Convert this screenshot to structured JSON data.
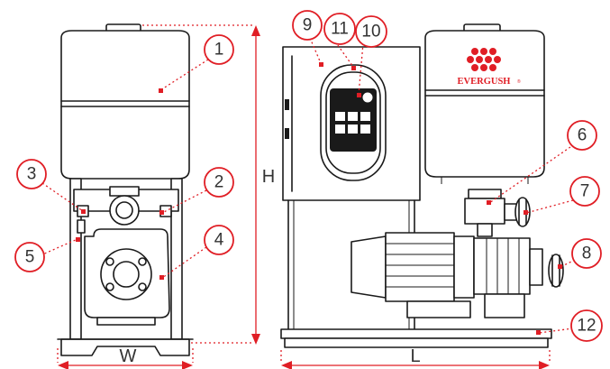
{
  "figure": {
    "callouts": [
      "1",
      "2",
      "3",
      "4",
      "5",
      "6",
      "7",
      "8",
      "9",
      "10",
      "11",
      "12"
    ],
    "dimensions": {
      "height": "H",
      "width": "W",
      "length": "L"
    },
    "brand": {
      "name": "EVERGUSH",
      "mark": "®"
    }
  },
  "colors": {
    "accent": "#e01e25",
    "line": "#1a1a1a",
    "label_text": "#333333"
  }
}
